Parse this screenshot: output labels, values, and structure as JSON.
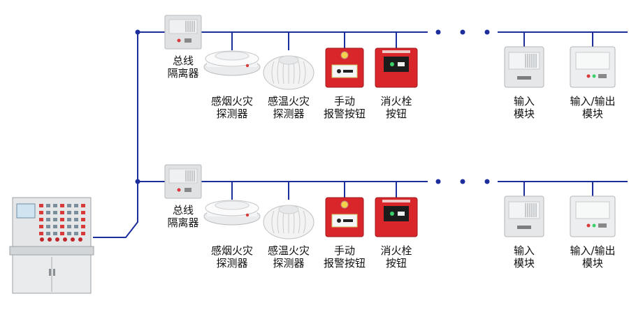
{
  "colors": {
    "bus": "#1c2e9c",
    "device_red": "#d8262a",
    "panel_grey": "#e4e6e8"
  },
  "rows": [
    {
      "devices": [
        {
          "name": "bus-isolator",
          "icon": "bus-isolator-icon",
          "lines": [
            "总线",
            "隔离器"
          ]
        },
        {
          "name": "smoke-detector",
          "icon": "smoke-detector-icon",
          "lines": [
            "感烟火灾",
            "探测器"
          ]
        },
        {
          "name": "heat-detector",
          "icon": "heat-detector-icon",
          "lines": [
            "感温火灾",
            "探测器"
          ]
        },
        {
          "name": "manual-alarm-button",
          "icon": "manual-alarm-button-icon",
          "lines": [
            "手动",
            "报警按钮"
          ]
        },
        {
          "name": "hydrant-button",
          "icon": "hydrant-button-icon",
          "lines": [
            "消火栓",
            "按钮"
          ]
        },
        {
          "name": "input-module",
          "icon": "input-module-icon",
          "lines": [
            "输入",
            "模块"
          ]
        },
        {
          "name": "input-output-module",
          "icon": "input-output-module-icon",
          "lines": [
            "输入/输出",
            "模块"
          ]
        }
      ]
    },
    {
      "devices": [
        {
          "name": "bus-isolator",
          "icon": "bus-isolator-icon",
          "lines": [
            "总线",
            "隔离器"
          ]
        },
        {
          "name": "smoke-detector",
          "icon": "smoke-detector-icon",
          "lines": [
            "感烟火灾",
            "探测器"
          ]
        },
        {
          "name": "heat-detector",
          "icon": "heat-detector-icon",
          "lines": [
            "感温火灾",
            "探测器"
          ]
        },
        {
          "name": "manual-alarm-button",
          "icon": "manual-alarm-button-icon",
          "lines": [
            "手动",
            "报警按钮"
          ]
        },
        {
          "name": "hydrant-button",
          "icon": "hydrant-button-icon",
          "lines": [
            "消火栓",
            "按钮"
          ]
        },
        {
          "name": "input-module",
          "icon": "input-module-icon",
          "lines": [
            "输入",
            "模块"
          ]
        },
        {
          "name": "input-output-module",
          "icon": "input-output-module-icon",
          "lines": [
            "输入/输出",
            "模块"
          ]
        }
      ]
    }
  ],
  "controller": {
    "icon": "fire-alarm-controller-icon"
  }
}
